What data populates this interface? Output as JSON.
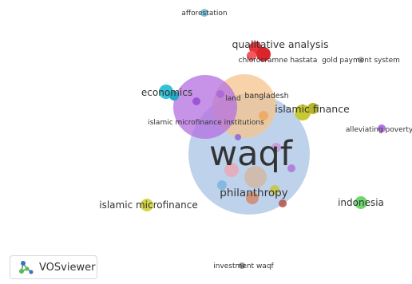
{
  "brand": {
    "name": "VOSviewer",
    "logo_icon": "vosviewer-logo-icon"
  },
  "colors": {
    "cluster_blue": "#a9c3e6",
    "cluster_purple": "#b46fe0",
    "cluster_orange": "#f5c48c",
    "cluster_red": "#e8343a",
    "cluster_cyan": "#33c2d6",
    "cluster_yellow": "#c8c834",
    "cluster_green": "#6fd66f",
    "cluster_gray": "#b9b9b9",
    "cluster_lightblue": "#7fc6e0"
  },
  "nodes": {
    "waqf": "waqf",
    "philanthropy": "philanthropy",
    "islamic_finance": "islamic finance",
    "islamic_microfinance": "islamic microfinance",
    "islamic_microfinance_institutions": "islamic microfinance institutions",
    "economics": "economics",
    "land": "land",
    "bangladesh": "bangladesh",
    "qualitative_analysis": "qualitative analysis",
    "chlorocramne_hastata": "chlorocramne hastata",
    "gold_payment_system": "gold payment system",
    "afforestation": "afforestation",
    "alleviating_poverty": "alleviating poverty",
    "indonesia": "indonesia",
    "investment_waqf": "investment waqf"
  }
}
